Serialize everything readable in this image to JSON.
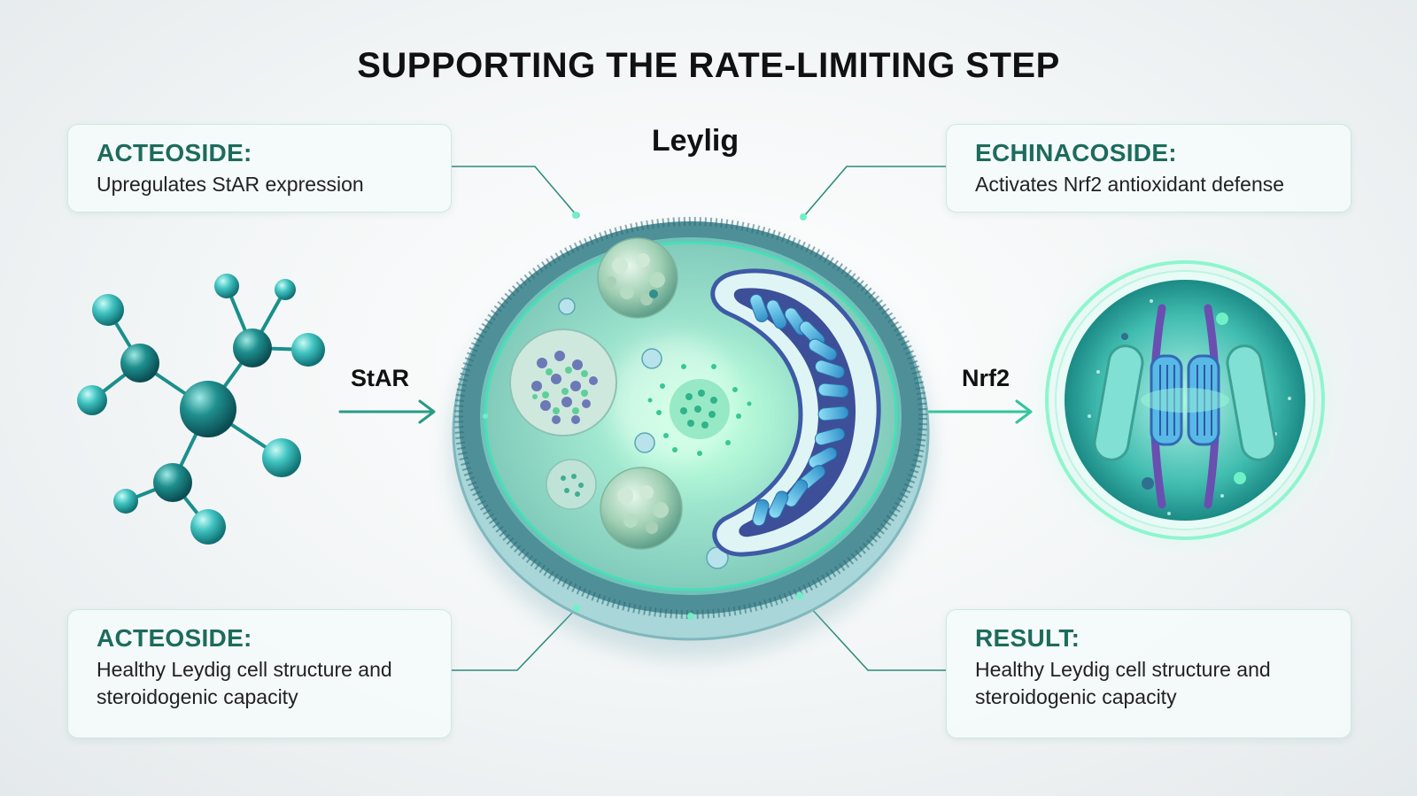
{
  "title": "SUPPORTING THE RATE-LIMITING STEP",
  "cell_label": "Leylig",
  "arrow_left_label": "StAR",
  "arrow_right_label": "Nrf2",
  "cards": {
    "top_left": {
      "heading": "ACTEOSIDE:",
      "text": "Upregulates StAR expression"
    },
    "top_right": {
      "heading": "ECHINACOSIDE:",
      "text": "Activates Nrf2 antioxidant defense"
    },
    "bottom_left": {
      "heading": "ACTEOSIDE:",
      "text_line1": "Healthy Leydig cell structure and",
      "text_line2": "steroidogenic capacity"
    },
    "bottom_right": {
      "heading": "RESULT:",
      "text_line1": "Healthy Leydig cell structure and",
      "text_line2": "steroidogenic capacity"
    }
  },
  "colors": {
    "accent": "#1d6b5d",
    "teal": "#1f8f86",
    "mint": "#39e0a8",
    "mito_blue": "#4aa9d8",
    "mito_purple": "#4b5fa8"
  },
  "icons": [
    "molecule-icon",
    "leydig-cell-illustration",
    "mitochondrion-icon",
    "nrf2-cell-icon",
    "arrow-right-icon"
  ]
}
